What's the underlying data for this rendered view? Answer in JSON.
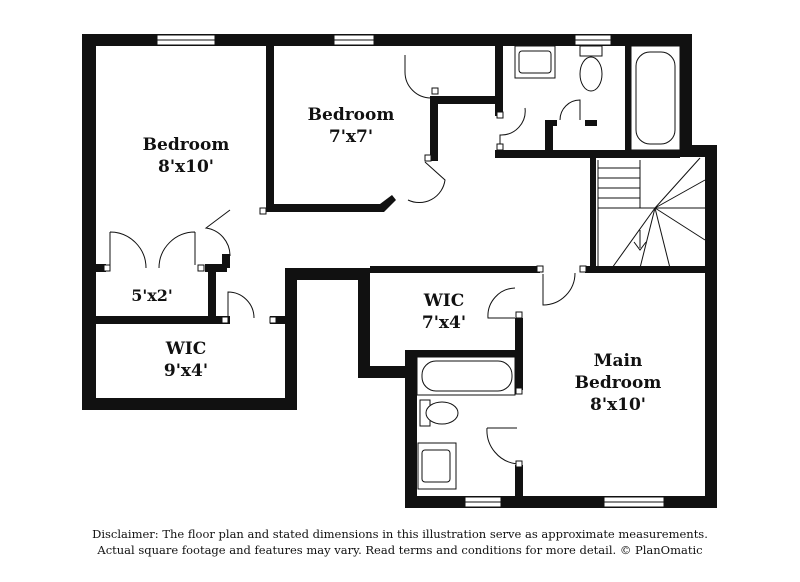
{
  "rooms": {
    "bedroom_left": {
      "name": "Bedroom",
      "dims": "8'x10'"
    },
    "bedroom_top": {
      "name": "Bedroom",
      "dims": "7'x7'"
    },
    "closet_small": {
      "dims": "5'x2'"
    },
    "wic_left": {
      "name": "WIC",
      "dims": "9'x4'"
    },
    "wic_center": {
      "name": "WIC",
      "dims": "7'x4'"
    },
    "main_bedroom": {
      "name_line1": "Main",
      "name_line2": "Bedroom",
      "dims": "8'x10'"
    }
  },
  "disclaimer": {
    "line1": "Disclaimer: The floor plan and stated dimensions in this illustration serve as approximate measurements.",
    "line2": "Actual square footage and features may vary. Read terms and conditions for more detail. © PlanOmatic"
  }
}
